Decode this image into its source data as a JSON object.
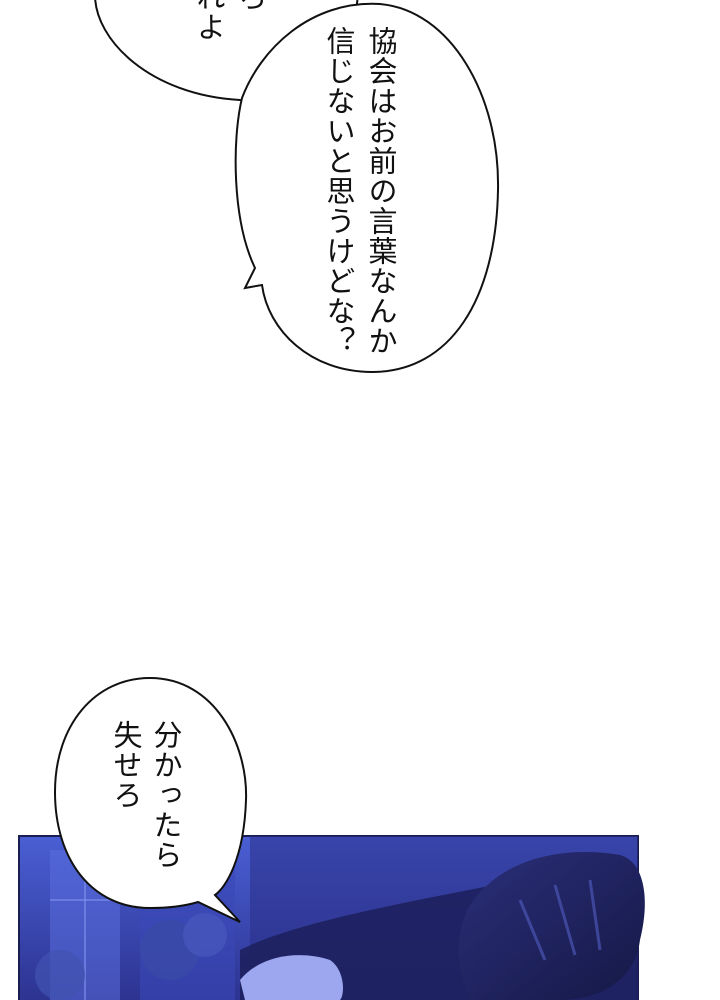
{
  "panel": {
    "scene": "night-interior",
    "colors": {
      "frame": "#1a1d4f",
      "sky_top": "#4a5fd4",
      "sky_bottom": "#2a2f8a",
      "shadow": "#1c1f5a",
      "highlight": "#aab6ff"
    }
  },
  "bubbles": {
    "top_partial": {
      "lines": [
        "ろ",
        "れよ"
      ]
    },
    "main": {
      "lines": [
        "協会はお前の言葉なんか",
        "信じないと思うけどな？"
      ]
    },
    "bottom": {
      "lines": [
        "分かったら",
        "失せろ"
      ]
    }
  }
}
